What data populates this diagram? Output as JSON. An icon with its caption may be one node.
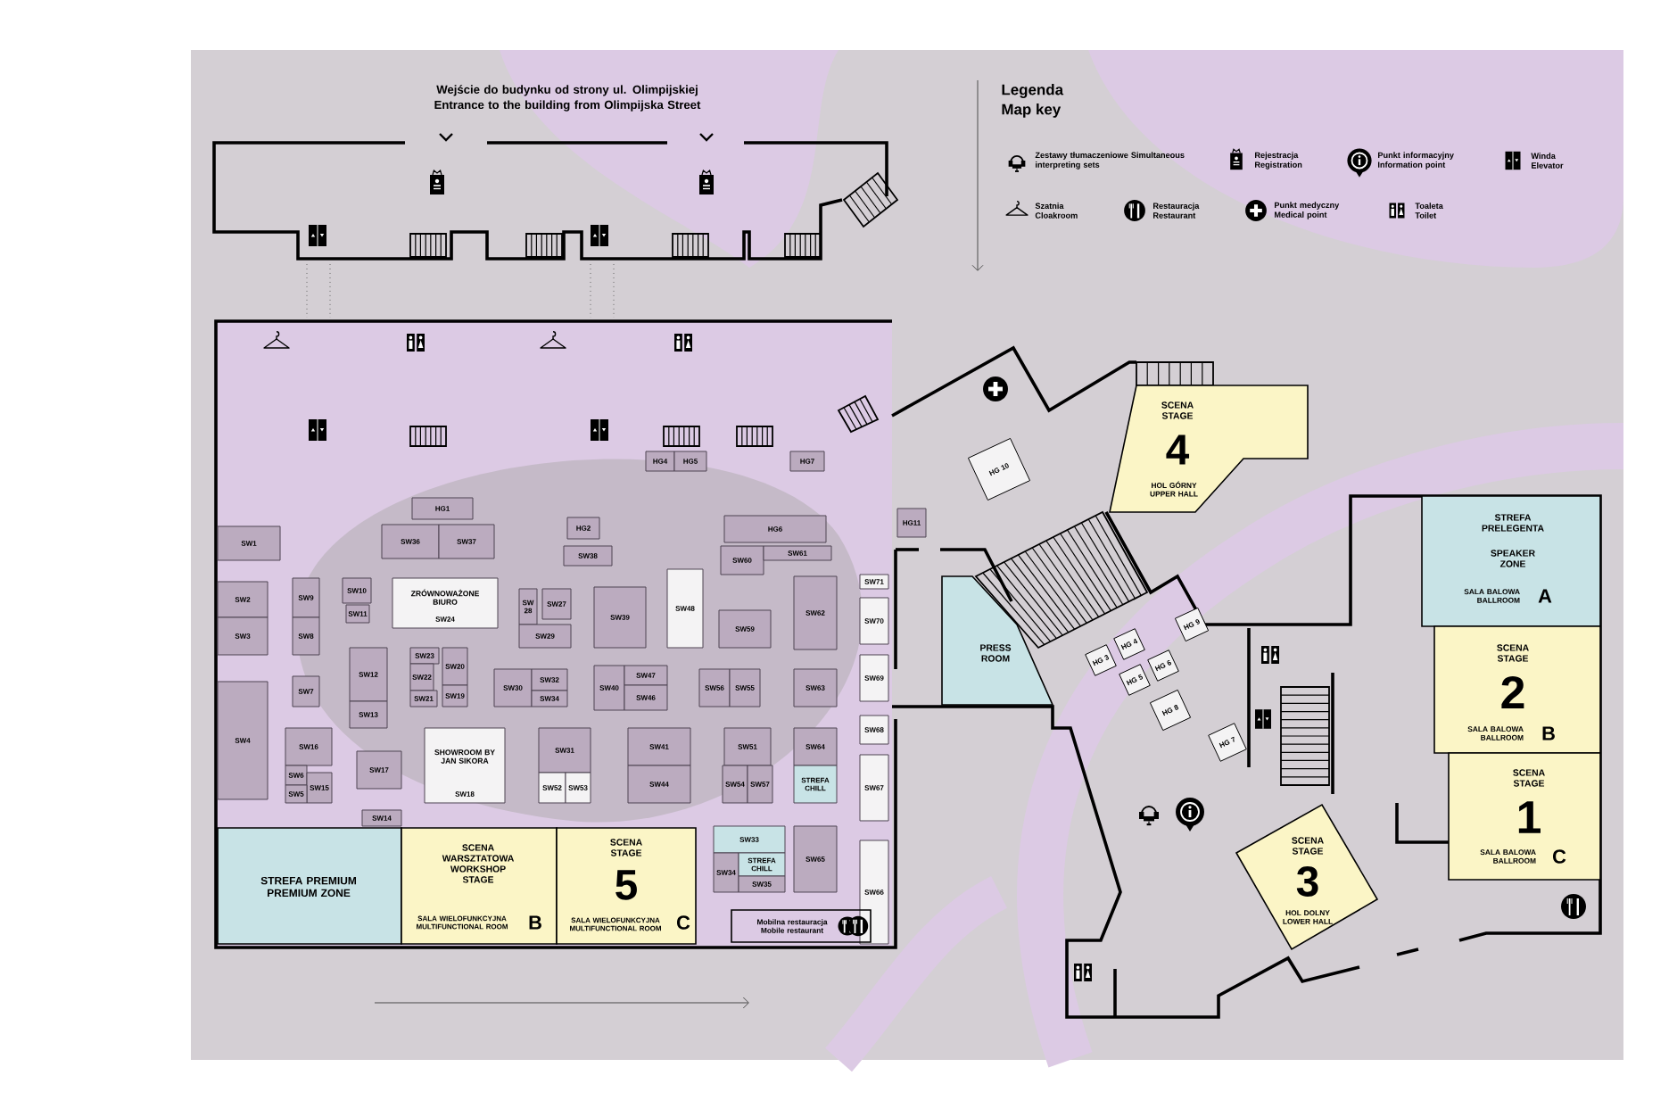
{
  "diagram": {
    "title": "Wejście do budynku od strony ul. Olimpijskiej Entrance to the building from Olimpijska Street",
    "nodes": [
      {
        "text": [
          "HG1"
        ]
      },
      {
        "text": [
          "SW1"
        ]
      },
      {
        "text": [
          "SW36"
        ]
      },
      {
        "text": [
          "SW37"
        ]
      },
      {
        "text": [
          "HG2"
        ]
      },
      {
        "text": [
          "SW38"
        ]
      },
      {
        "text": [
          "HG6"
        ]
      },
      {
        "text": [
          "SW60"
        ]
      },
      {
        "text": [
          "SW61"
        ]
      },
      {
        "text": [
          "HG11"
        ]
      },
      {
        "text": [
          "SW2"
        ]
      },
      {
        "text": [
          "SW9"
        ]
      },
      {
        "text": [
          "SW10"
        ]
      },
      {
        "text": [
          "ZRÓWNOWAŻONE BIURO",
          "SW24"
        ]
      },
      {
        "text": [
          "SW 28"
        ]
      },
      {
        "text": [
          "SW27"
        ]
      },
      {
        "text": [
          "SW39"
        ]
      },
      {
        "text": [
          "SW48"
        ]
      },
      {
        "text": [
          "SW62"
        ]
      },
      {
        "text": [
          "SW71"
        ]
      },
      {
        "text": [
          "SW70"
        ]
      },
      {
        "text": [
          "SW11"
        ]
      },
      {
        "text": [
          "SW59"
        ]
      },
      {
        "text": [
          "SW3"
        ]
      },
      {
        "text": [
          "SW8"
        ]
      },
      {
        "text": [
          "SW29"
        ]
      },
      {
        "text": [
          "SW12"
        ]
      },
      {
        "text": [
          "SW23"
        ]
      },
      {
        "text": [
          "SW20"
        ]
      },
      {
        "text": [
          "SW22"
        ]
      },
      {
        "text": [
          "SW40"
        ]
      },
      {
        "text": [
          "SW47"
        ]
      },
      {
        "text": [
          "SW30"
        ]
      },
      {
        "text": [
          "SW32"
        ]
      },
      {
        "text": [
          "SW56"
        ]
      },
      {
        "text": [
          "SW55"
        ]
      },
      {
        "text": [
          "SW63"
        ]
      },
      {
        "text": [
          "SW7"
        ]
      },
      {
        "text": [
          "SW4"
        ]
      },
      {
        "text": [
          "SW46"
        ]
      },
      {
        "text": [
          "SW19"
        ]
      },
      {
        "text": [
          "SW34"
        ]
      },
      {
        "text": [
          "SW21"
        ]
      },
      {
        "text": [
          "SW69"
        ]
      },
      {
        "text": [
          "SW13"
        ]
      },
      {
        "text": [
          "SW68"
        ]
      },
      {
        "text": [
          "SW16"
        ]
      },
      {
        "text": [
          "SHOWROOM BY JAN SIKORA",
          "SW18"
        ]
      },
      {
        "text": [
          "SW31"
        ]
      },
      {
        "text": [
          "SW41"
        ]
      },
      {
        "text": [
          "SW51"
        ]
      },
      {
        "text": [
          "SW64"
        ]
      },
      {
        "text": [
          "SW17"
        ]
      },
      {
        "text": [
          "SW67"
        ]
      },
      {
        "text": [
          "SW44"
        ]
      },
      {
        "text": [
          "SW54"
        ]
      },
      {
        "text": [
          "SW57"
        ]
      },
      {
        "text": [
          "STREFA CHILL"
        ]
      },
      {
        "text": [
          "SW6"
        ]
      },
      {
        "text": [
          "SW15"
        ]
      },
      {
        "text": [
          "SW52"
        ]
      },
      {
        "text": [
          "SW53"
        ]
      },
      {
        "text": [
          "SW5"
        ]
      },
      {
        "text": [
          "SW14"
        ]
      },
      {
        "text": [
          "STREFA PREMIUM PREMIUM ZONE"
        ]
      },
      {
        "text": [
          "SCENA WARSZTATOWA WORKSHOP STAGE",
          "SALA WIELOFUNKCYJNA MULTIFUNCTIONAL ROOM",
          "B"
        ]
      },
      {
        "text": [
          "SCENA STAGE",
          "5",
          "SALA WIELOFUNKCYJNA MULTIFUNCTIONAL ROOM",
          "C"
        ]
      },
      {
        "text": [
          "SW33"
        ]
      },
      {
        "text": [
          "SW34"
        ]
      },
      {
        "text": [
          "STREFA CHILL"
        ]
      },
      {
        "text": [
          "SW35"
        ]
      },
      {
        "text": [
          "SW65"
        ]
      },
      {
        "text": [
          "SW66"
        ]
      },
      {
        "text": [
          "Mobilna restauracja Mobile restaurant"
        ]
      },
      {
        "text": [
          "HG 10"
        ]
      },
      {
        "text": [
          "SCENA STAGE",
          "4",
          "HOL GÓRNY UPPER HALL"
        ]
      },
      {
        "text": [
          "PRESS ROOM"
        ]
      },
      {
        "text": [
          "STREFA PRELEGENTA",
          "SPEAKER ZONE",
          "SALA BALOWA BALLROOM",
          "A"
        ]
      },
      {
        "text": [
          "SCENA STAGE",
          "2",
          "SALA BALOWA BALLROOM",
          "B"
        ]
      },
      {
        "text": [
          "SCENA STAGE",
          "1",
          "SALA BALOWA BALLROOM",
          "C"
        ]
      },
      {
        "text": [
          "SCENA STAGE",
          "3",
          "HOL DOLNY LOWER HALL"
        ]
      },
      {
        "text": [
          "HG 9"
        ]
      },
      {
        "text": [
          "HG 3"
        ]
      },
      {
        "text": [
          "HG 4"
        ]
      },
      {
        "text": [
          "HG 5"
        ]
      },
      {
        "text": [
          "HG 6"
        ]
      },
      {
        "text": [
          "HG 8"
        ]
      },
      {
        "text": [
          "HG 7"
        ]
      },
      {
        "text": [
          "HG4"
        ]
      },
      {
        "text": [
          "HG5"
        ]
      },
      {
        "text": [
          "HG7"
        ]
      }
    ],
    "labels": [
      "Legenda",
      "Map key"
    ],
    "legend": [
      {
        "text": "Zestawy tłumaczeniowe Simultaneous interpreting sets"
      },
      {
        "text": "Rejestracja Registration"
      },
      {
        "text": "Punkt informacyjny Information point"
      },
      {
        "text": "Winda Elevator"
      },
      {
        "text": "Szatnia Cloakroom"
      },
      {
        "text": "Restauracja Restaurant"
      },
      {
        "text": "Punkt medyczny Medical point"
      },
      {
        "text": "Toaleta Toilet"
      }
    ]
  }
}
